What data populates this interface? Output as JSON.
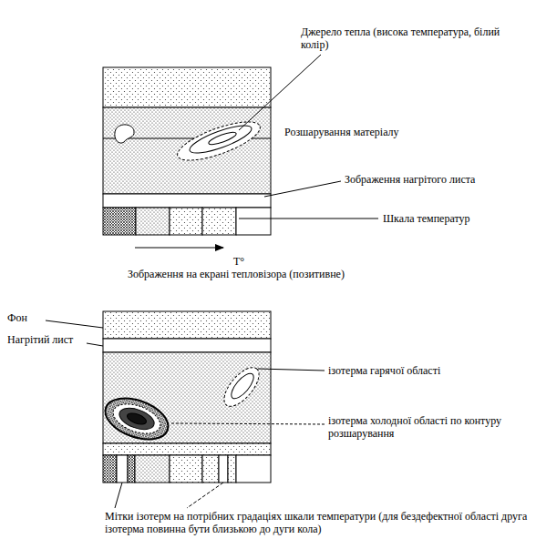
{
  "diagram": {
    "caption": "Зображення на екрані тепловізора (позитивне)",
    "labels": [
      "Джерело тепла (висока температура, білий колір)",
      "Розшарування матеріалу",
      "Зображення нагрітого листа",
      "Шкала температур",
      "T°",
      "Фон",
      "Нагрітий лист",
      "ізотерма гарячої області",
      "ізотерма холодної області по контуру розшарування",
      "Мітки ізотерм на потрібних градаціях шкали температури (для бездефектної області друга ізотерма повинна бути близькою до дуги кола)"
    ]
  }
}
